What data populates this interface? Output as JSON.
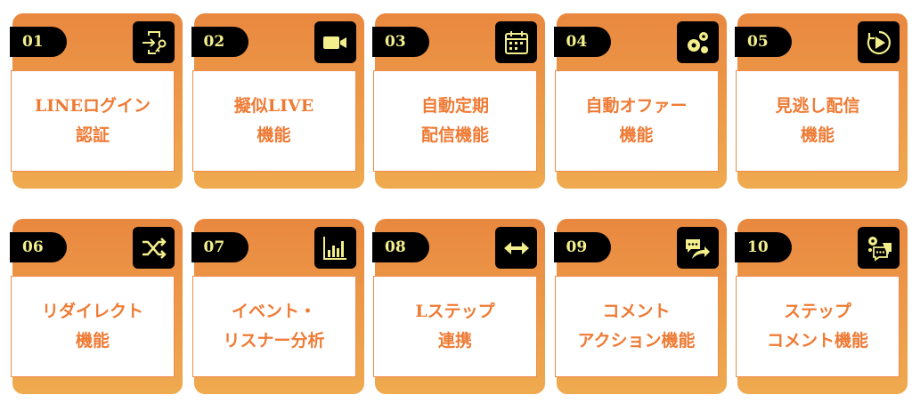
{
  "features": [
    {
      "number": "01",
      "label": "LINEログイン\n認証",
      "icon": "login-key-icon"
    },
    {
      "number": "02",
      "label": "擬似LIVE\n機能",
      "icon": "video-camera-icon"
    },
    {
      "number": "03",
      "label": "自動定期\n配信機能",
      "icon": "calendar-icon"
    },
    {
      "number": "04",
      "label": "自動オファー\n機能",
      "icon": "gears-icon"
    },
    {
      "number": "05",
      "label": "見逃し配信\n機能",
      "icon": "replay-icon"
    },
    {
      "number": "06",
      "label": "リダイレクト\n機能",
      "icon": "shuffle-icon"
    },
    {
      "number": "07",
      "label": "イベント・\nリスナー分析",
      "icon": "bar-chart-icon"
    },
    {
      "number": "08",
      "label": "Lステップ\n連携",
      "icon": "horizontal-arrows-icon"
    },
    {
      "number": "09",
      "label": "コメント\nアクション機能",
      "icon": "comment-share-icon"
    },
    {
      "number": "10",
      "label": "ステップ\nコメント機能",
      "icon": "gear-comment-icon"
    }
  ],
  "colors": {
    "accent": "#ee7b35",
    "icon": "#f3ef8c",
    "tab": "#000000"
  }
}
